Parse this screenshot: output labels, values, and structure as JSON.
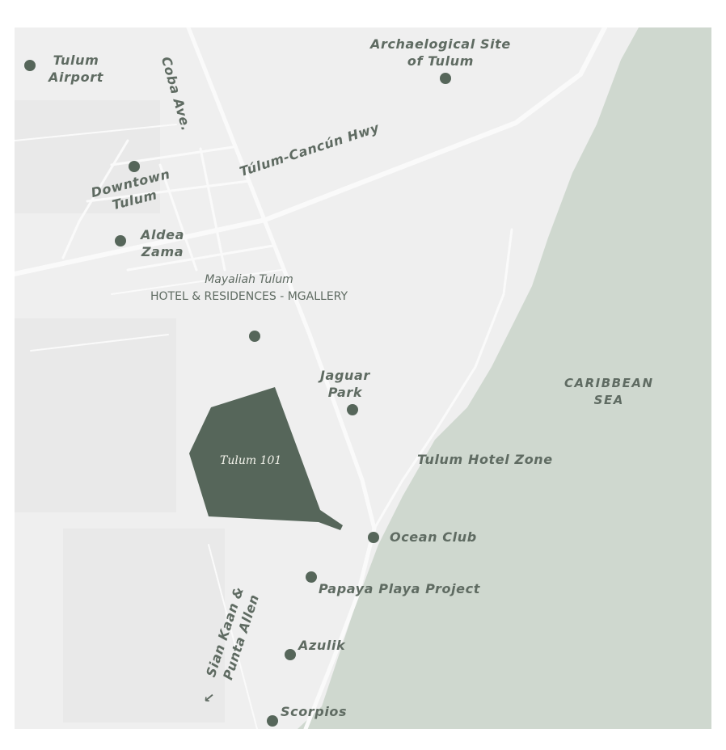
{
  "colors": {
    "land": "#efefef",
    "sea": "#cfd8cf",
    "road": "#fafafa",
    "plot": "#56665a",
    "marker": "#56665a",
    "label": "#5f6b62"
  },
  "places": {
    "tulum_airport": [
      "Tulum",
      "Airport"
    ],
    "archaeological_site": [
      "Archaelogical Site",
      "of Tulum"
    ],
    "downtown_tulum": [
      "Downtown",
      "Tulum"
    ],
    "aldea_zama": [
      "Aldea",
      "Zama"
    ],
    "mayaliah": [
      "Mayaliah Tulum",
      "HOTEL & RESIDENCES - MGALLERY"
    ],
    "jaguar_park": [
      "Jaguar",
      "Park"
    ],
    "hotel_zone": "Tulum Hotel Zone",
    "ocean_club": "Ocean Club",
    "papaya_playa": "Papaya Playa Project",
    "azulik": "Azulik",
    "scorpios": "Scorpios"
  },
  "roads": {
    "coba_ave": "Coba Ave.",
    "tulum_cancun_hwy": "Túlum-Cancún Hwy",
    "sian_kaan": [
      "Sian Kaan &",
      "Punta Allen"
    ],
    "sian_kaan_arrow": "←"
  },
  "water": [
    "CARIBBEAN",
    "SEA"
  ],
  "plot": {
    "label": "Tulum 101",
    "icon": "property-polygon"
  }
}
